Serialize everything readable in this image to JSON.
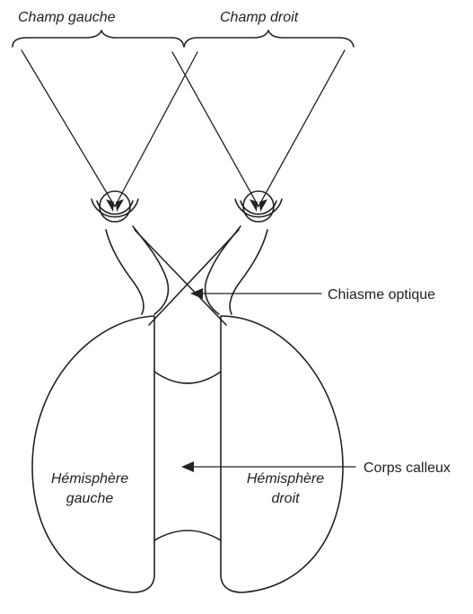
{
  "labels": {
    "field_left": "Champ gauche",
    "field_right": "Champ droit",
    "chiasm": "Chiasme optique",
    "corpus": "Corps calleux",
    "hemi_left_line1": "Hémisphère",
    "hemi_left_line2": "gauche",
    "hemi_right_line1": "Hémisphère",
    "hemi_right_line2": "droit"
  }
}
